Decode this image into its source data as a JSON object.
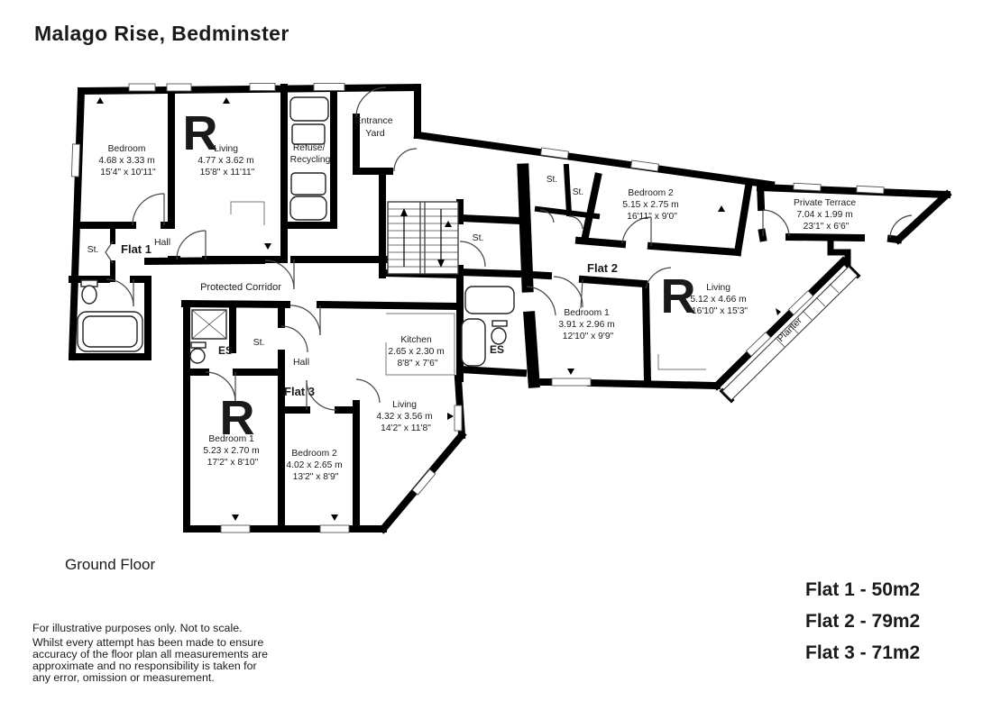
{
  "title": "Malago Rise, Bedminster",
  "floor_label": "Ground Floor",
  "disclaimer": {
    "line1": "For illustrative purposes only. Not to scale.",
    "line2": "Whilst every attempt has been made to ensure",
    "line3": "accuracy of the floor plan all measurements are",
    "line4": "approximate and no responsibility is taken for",
    "line5": "any error, omission or measurement."
  },
  "area_summary": [
    "Flat 1 - 50m2",
    "Flat 2 - 79m2",
    "Flat 3 - 71m2"
  ],
  "colors": {
    "wall": "#000000",
    "r_marker": "#e8150d"
  },
  "labels": {
    "protected_corridor": "Protected Corridor",
    "entrance_yard_1": "Entrance",
    "entrance_yard_2": "Yard",
    "refuse_1": "Refuse/",
    "refuse_2": "Recycling",
    "planter": "Planter",
    "st": "St.",
    "es": "ES",
    "hall": "Hall",
    "r_marker": "R"
  },
  "flats": {
    "flat1": {
      "name": "Flat 1",
      "rooms": {
        "bedroom": {
          "name": "Bedroom",
          "metric": "4.68 x 3.33 m",
          "imperial": "15'4\" x 10'11\""
        },
        "living": {
          "name": "Living",
          "metric": "4.77 x 3.62 m",
          "imperial": "15'8\" x 11'11\""
        }
      }
    },
    "flat2": {
      "name": "Flat 2",
      "rooms": {
        "bedroom2": {
          "name": "Bedroom 2",
          "metric": "5.15 x 2.75 m",
          "imperial": "16'11\" x 9'0\""
        },
        "bedroom1": {
          "name": "Bedroom 1",
          "metric": "3.91 x 2.96 m",
          "imperial": "12'10\" x 9'9\""
        },
        "living": {
          "name": "Living",
          "metric": "5.12 x 4.66 m",
          "imperial": "16'10\" x 15'3\""
        },
        "terrace": {
          "name": "Private Terrace",
          "metric": "7.04 x 1.99 m",
          "imperial": "23'1\" x 6'6\""
        }
      }
    },
    "flat3": {
      "name": "Flat 3",
      "rooms": {
        "bedroom1": {
          "name": "Bedroom 1",
          "metric": "5.23 x 2.70 m",
          "imperial": "17'2\" x 8'10\""
        },
        "bedroom2": {
          "name": "Bedroom 2",
          "metric": "4.02 x 2.65 m",
          "imperial": "13'2\" x 8'9\""
        },
        "kitchen": {
          "name": "Kitchen",
          "metric": "2.65 x 2.30 m",
          "imperial": "8'8\" x 7'6\""
        },
        "living": {
          "name": "Living",
          "metric": "4.32 x 3.56 m",
          "imperial": "14'2\" x 11'8\""
        }
      }
    }
  }
}
